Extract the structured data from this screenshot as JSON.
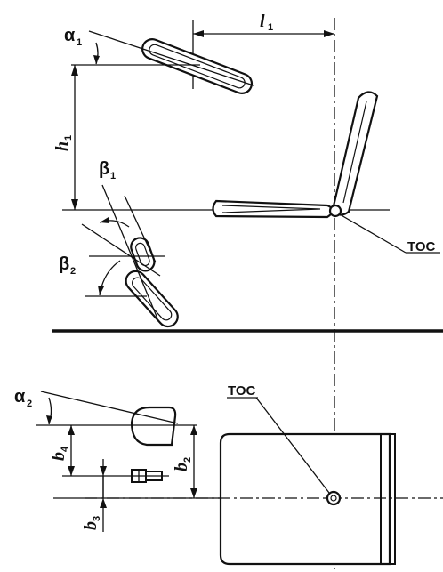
{
  "labels": {
    "alpha1": "α",
    "alpha1_sub": "1",
    "l1": "l",
    "l1_sub": "1",
    "h1": "h",
    "h1_sub": "1",
    "beta1": "β",
    "beta1_sub": "1",
    "beta2": "β",
    "beta2_sub": "2",
    "toc_side": "TOC",
    "alpha2": "α",
    "alpha2_sub": "2",
    "toc_top": "TOC",
    "b4": "b",
    "b4_sub": "4",
    "b2": "b",
    "b2_sub": "2",
    "b3": "b",
    "b3_sub": "3"
  }
}
